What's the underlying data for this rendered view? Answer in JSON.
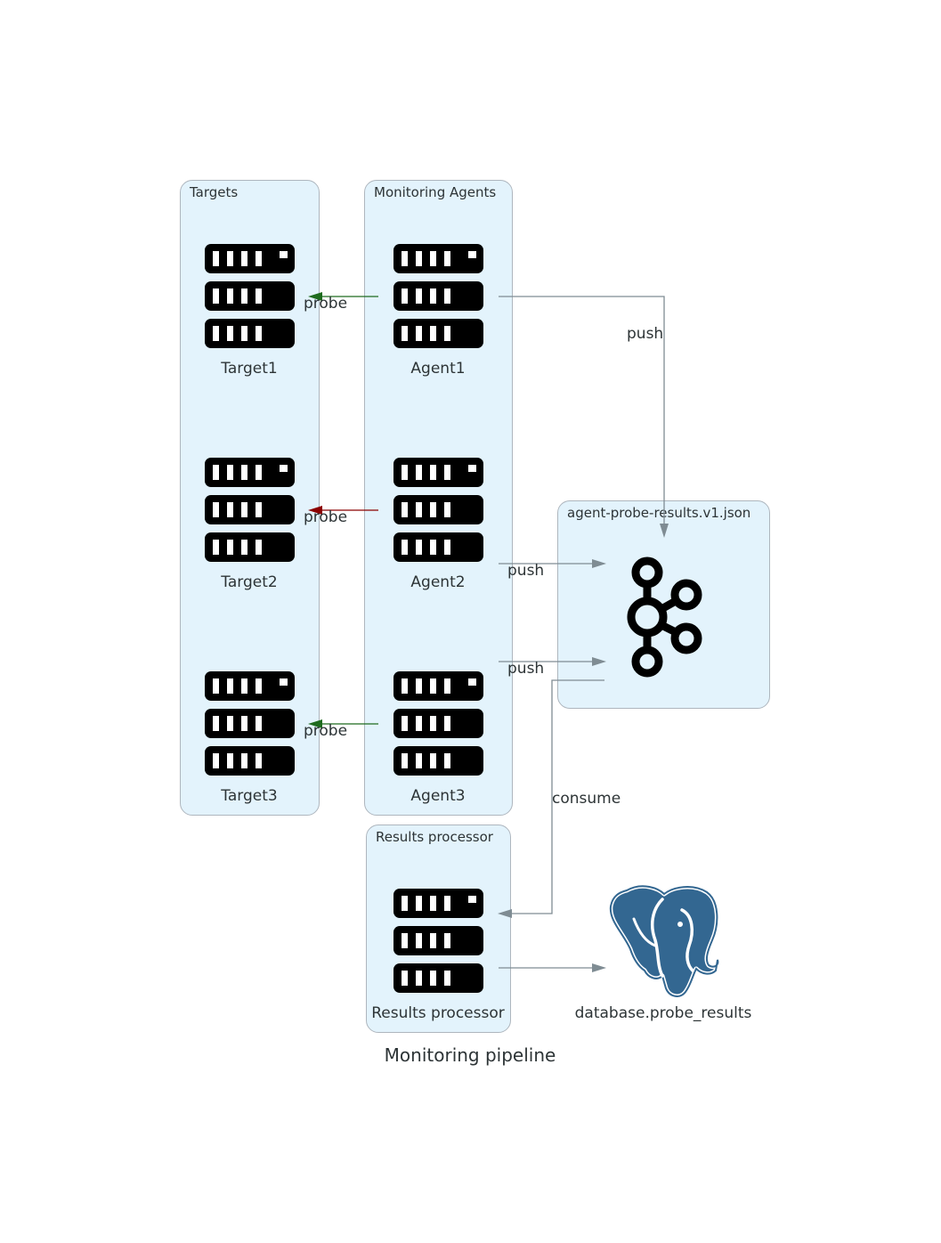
{
  "title": "Monitoring pipeline",
  "clusters": {
    "targets": "Targets",
    "agents": "Monitoring Agents",
    "topic": "agent-probe-results.v1.json",
    "processor": "Results processor"
  },
  "nodes": {
    "target1": "Target1",
    "target2": "Target2",
    "target3": "Target3",
    "agent1": "Agent1",
    "agent2": "Agent2",
    "agent3": "Agent3",
    "processor": "Results processor",
    "database": "database.probe_results"
  },
  "edges": {
    "probe1": "probe",
    "probe2": "probe",
    "probe3": "probe",
    "push1": "push",
    "push2": "push",
    "push3": "push",
    "consume": "consume"
  },
  "icons": {
    "server": "server-icon",
    "kafka": "kafka-icon",
    "database": "postgresql-icon"
  },
  "colors": {
    "cluster_fill": "#e3f3fc",
    "cluster_border": "#aeb6be",
    "edge_default": "#7f8c93",
    "probe_ok": "#1e6b1e",
    "probe_fail": "#8b0000",
    "postgres_blue": "#336791"
  }
}
